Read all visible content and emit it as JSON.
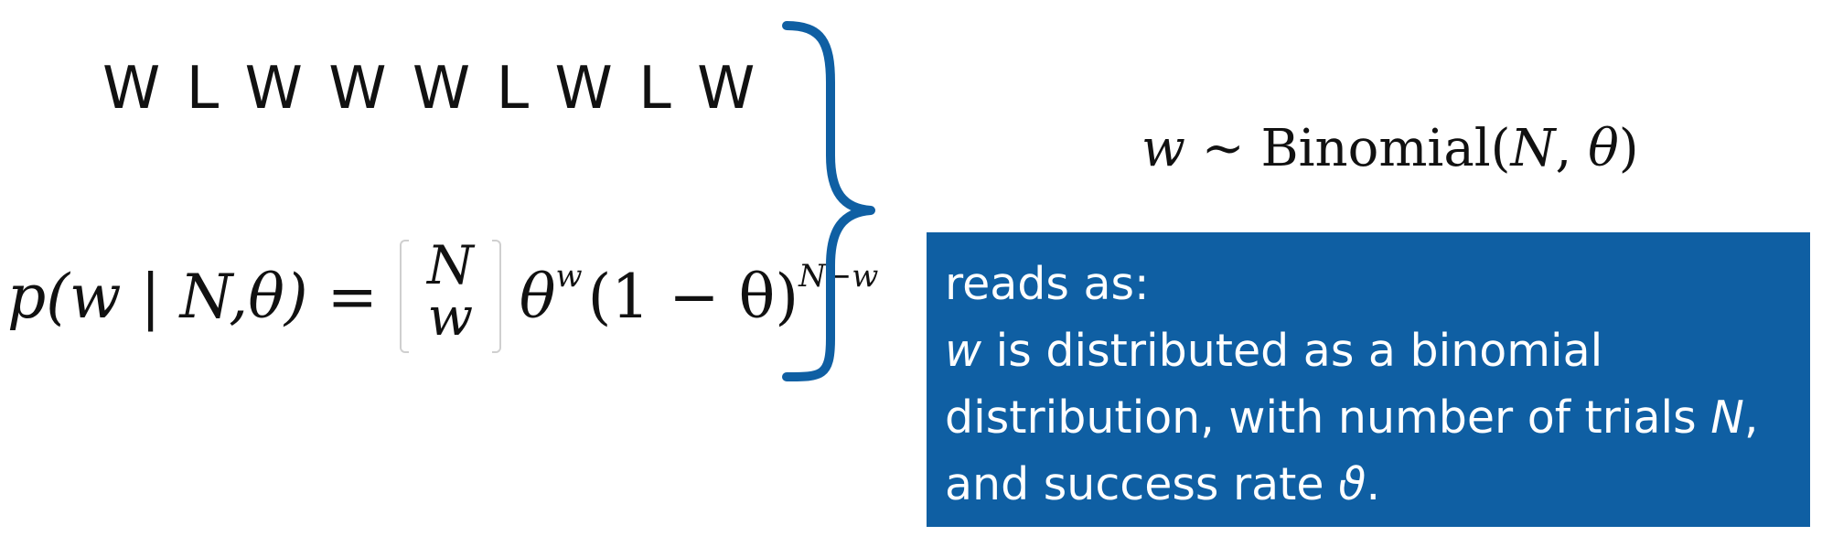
{
  "sequence": "W L W W W L W L W",
  "formula": {
    "lhs": "p(w | N,θ) =",
    "binom_top": "N",
    "binom_bottom": "w",
    "theta": "θ",
    "theta_exp": "w",
    "factor": "(1 − θ)",
    "factor_exp": "N−w"
  },
  "model": {
    "variable": "w",
    "tilde": " ~ ",
    "distribution": "Binomial(",
    "param_n": "N",
    "sep": ", ",
    "param_theta": "θ",
    "close": ")"
  },
  "explanation": {
    "line1": "reads as:",
    "var": "w",
    "line2_rest": " is distributed as a binomial",
    "line3_prefix": "distribution, with number of trials ",
    "line3_var": "N",
    "line3_suffix": ",",
    "line4_prefix": "and success rate ",
    "line4_var": "ϑ",
    "line4_suffix": "."
  },
  "colors": {
    "accent": "#0f5fa3",
    "text": "#111111",
    "box_text": "#ffffff"
  }
}
